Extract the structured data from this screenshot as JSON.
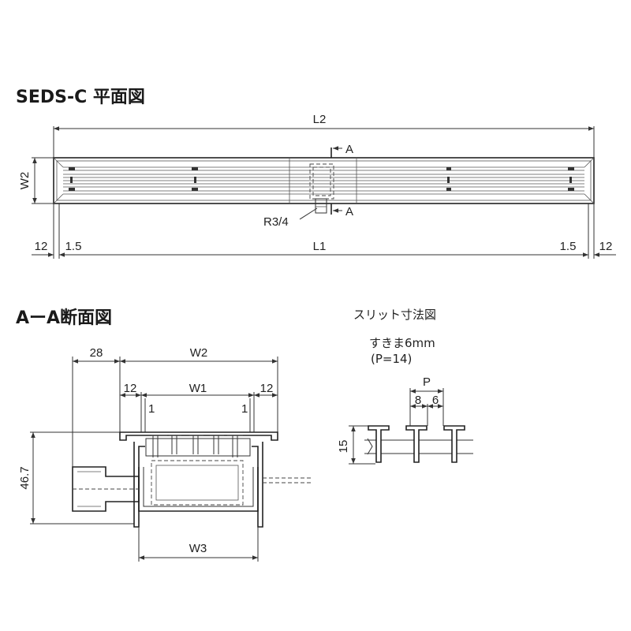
{
  "plan": {
    "title": "SEDS-C 平面図",
    "dims": {
      "l2": "L2",
      "w2": "W2",
      "l1": "L1",
      "left12": "12",
      "left15": "1.5",
      "right15": "1.5",
      "right12": "12",
      "section_a_top": "A",
      "section_a_bottom": "A",
      "outlet": "R3/4"
    }
  },
  "section": {
    "title": "AーA断面図",
    "dims": {
      "d28": "28",
      "w2": "W2",
      "d12_left": "12",
      "w1": "W1",
      "d12_right": "12",
      "d1_left": "1",
      "d1_right": "1",
      "h467": "46.7",
      "w3": "W3"
    }
  },
  "slit": {
    "title": "スリット寸法図",
    "note1": "すきま6mm",
    "note2": "(P=14)",
    "dims": {
      "p": "P",
      "d8": "8",
      "d6": "6",
      "d15": "15"
    }
  }
}
